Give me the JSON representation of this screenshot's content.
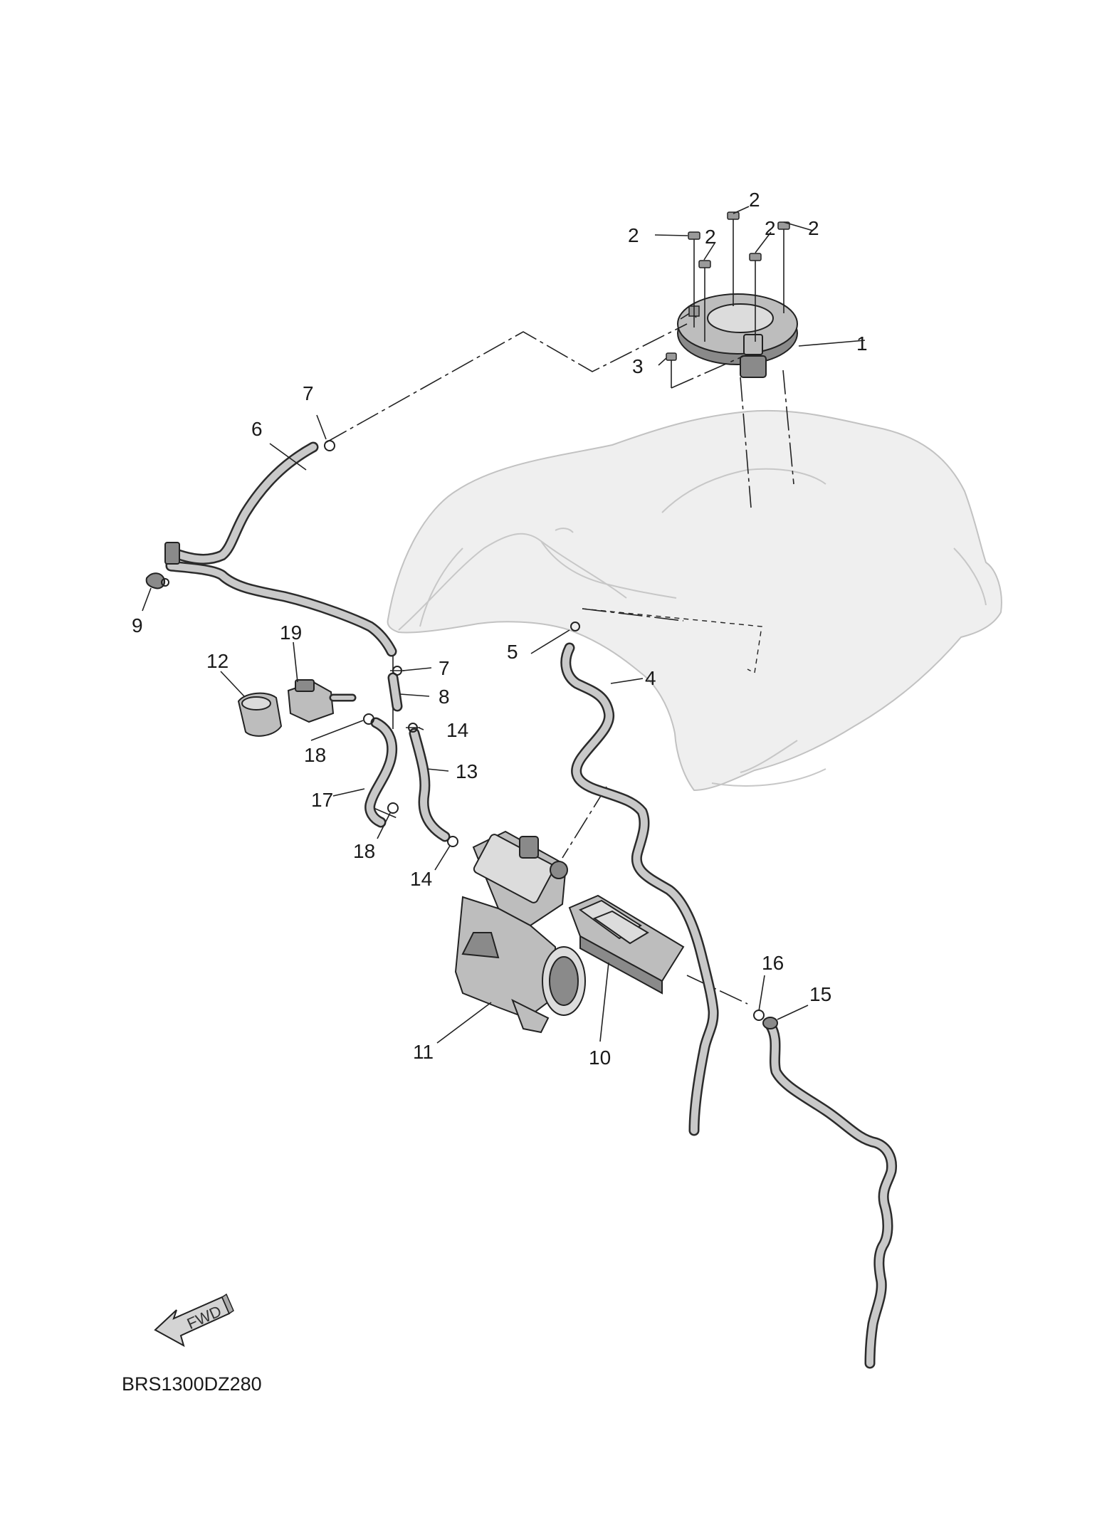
{
  "diagram_code": "BRS1300DZ280",
  "fwd_label": "FWD",
  "callouts": {
    "c1": "1",
    "c2": "2",
    "c3": "3",
    "c4": "4",
    "c5": "5",
    "c6": "6",
    "c7": "7",
    "c8": "8",
    "c9": "9",
    "c10": "10",
    "c11": "11",
    "c12": "12",
    "c13": "13",
    "c14": "14",
    "c15": "15",
    "c16": "16",
    "c17": "17",
    "c18": "18",
    "c19": "19"
  }
}
